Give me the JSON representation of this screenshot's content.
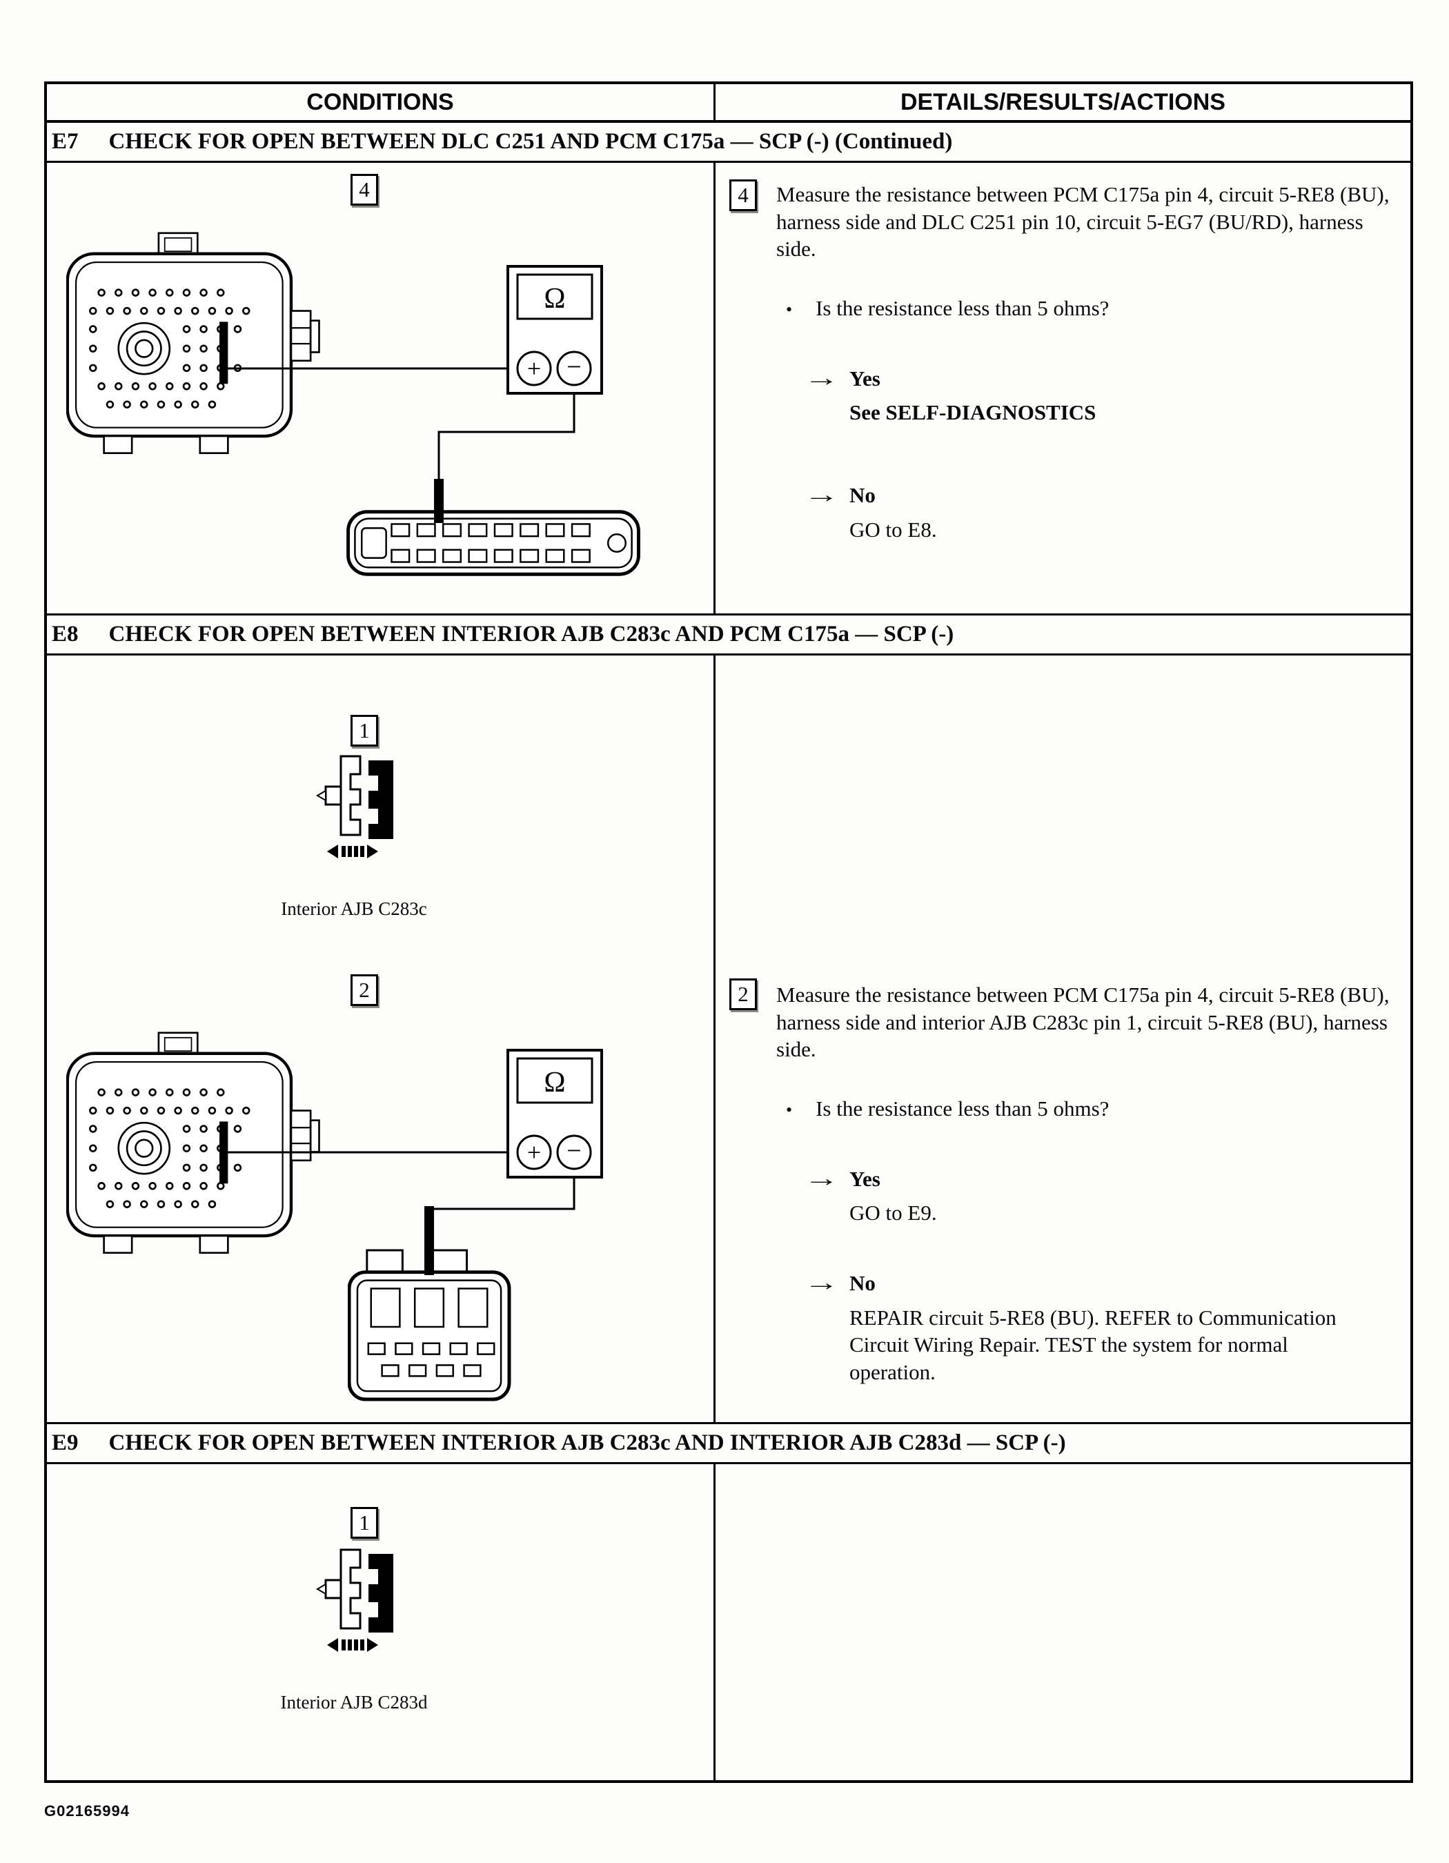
{
  "header": {
    "conditions": "CONDITIONS",
    "details": "DETAILS/RESULTS/ACTIONS"
  },
  "icons": {
    "result_arrow": "→",
    "bullet": "•"
  },
  "meter": {
    "symbol": "Ω",
    "plus": "+",
    "minus": "−"
  },
  "sections": {
    "e7": {
      "id": "E7",
      "title": "CHECK FOR OPEN BETWEEN DLC C251 AND PCM C175a — SCP (-) (Continued)",
      "left": {
        "step_badge": "4"
      },
      "right": {
        "step_badge": "4",
        "instruction": "Measure the resistance between PCM C175a pin 4, circuit 5-RE8 (BU), harness side and DLC C251 pin 10, circuit 5-EG7 (BU/RD), harness side.",
        "question": "Is the resistance less than 5 ohms?",
        "results": [
          {
            "answer": "Yes",
            "action": "See SELF-DIAGNOSTICS"
          },
          {
            "answer": "No",
            "action": "GO to E8."
          }
        ]
      }
    },
    "e8": {
      "id": "E8",
      "title": "CHECK FOR OPEN BETWEEN INTERIOR AJB C283c AND PCM C175a — SCP (-)",
      "left": {
        "step1_badge": "1",
        "connector1_label": "Interior AJB C283c",
        "step2_badge": "2"
      },
      "right": {
        "step_badge": "2",
        "instruction": "Measure the resistance between PCM C175a pin 4, circuit 5-RE8 (BU), harness side and interior AJB C283c pin 1, circuit 5-RE8 (BU), harness side.",
        "question": "Is the resistance less than 5 ohms?",
        "results": [
          {
            "answer": "Yes",
            "action": "GO to E9."
          },
          {
            "answer": "No",
            "action": "REPAIR circuit 5-RE8 (BU). REFER to Communication Circuit Wiring Repair. TEST the system for normal operation."
          }
        ]
      }
    },
    "e9": {
      "id": "E9",
      "title": "CHECK FOR OPEN BETWEEN INTERIOR AJB C283c AND INTERIOR AJB C283d — SCP (-)",
      "left": {
        "step1_badge": "1",
        "connector1_label": "Interior AJB C283d"
      }
    }
  },
  "footer": {
    "figure_code": "G02165994"
  }
}
